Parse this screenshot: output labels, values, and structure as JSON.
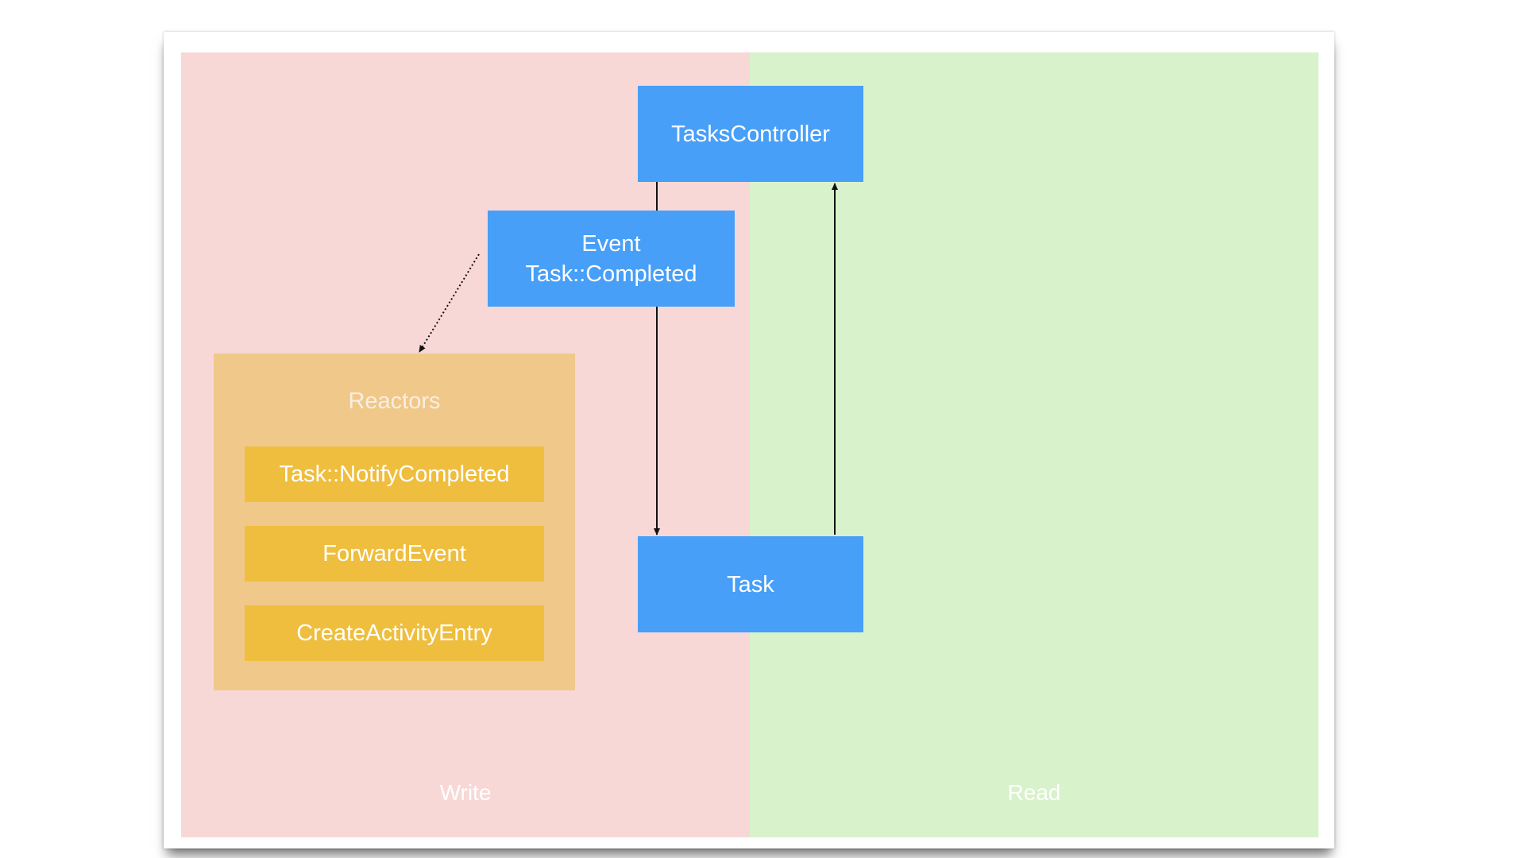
{
  "colors": {
    "write_zone": "#f7d8d6",
    "read_zone": "#d8f2cb",
    "component_box": "#479ff8",
    "reactors_group": "#f0c889",
    "reactor_item": "#efbe3e",
    "arrow": "#111111"
  },
  "zones": {
    "write_label": "Write",
    "read_label": "Read"
  },
  "nodes": {
    "tasks_controller": "TasksController",
    "event": "Event\nTask::Completed",
    "task": "Task"
  },
  "reactors": {
    "title": "Reactors",
    "items": [
      "Task::NotifyCompleted",
      "ForwardEvent",
      "CreateActivityEntry"
    ]
  },
  "edges": [
    {
      "from": "TasksController",
      "to": "Event\nTask::Completed",
      "style": "solid"
    },
    {
      "from": "Event\nTask::Completed",
      "to": "Task",
      "style": "solid"
    },
    {
      "from": "Task",
      "to": "TasksController",
      "style": "solid"
    },
    {
      "from": "Event\nTask::Completed",
      "to": "Reactors",
      "style": "dotted"
    }
  ]
}
